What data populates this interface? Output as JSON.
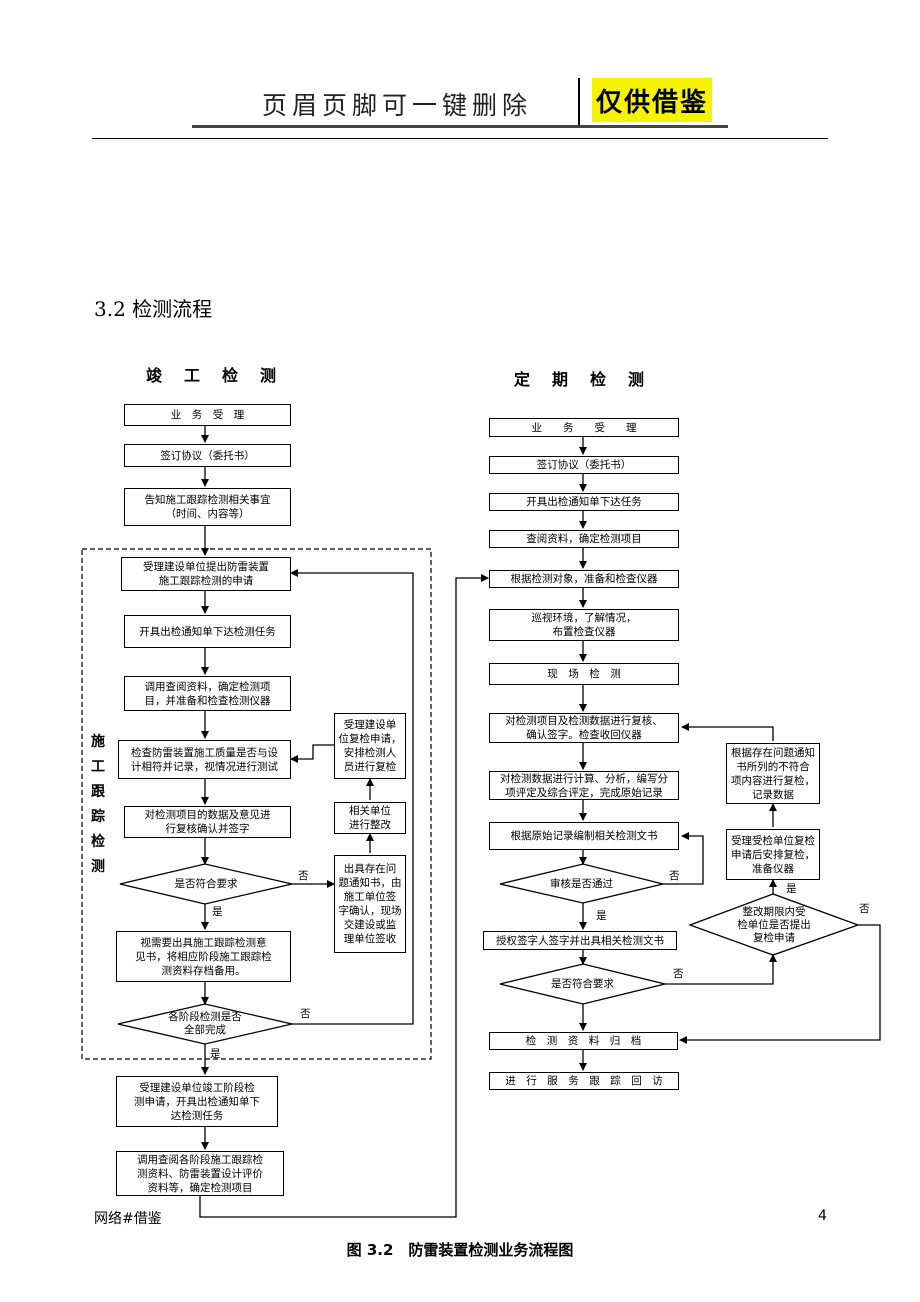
{
  "header": {
    "text": "页眉页脚可一键删除",
    "badge": "仅供借鉴"
  },
  "section_title": "3.2 检测流程",
  "left": {
    "title": "竣工检测",
    "side_label": "施工跟踪检测",
    "boxes": [
      "业　务　受　理",
      "签订协议（委托书）",
      "告知施工跟踪检测相关事宜\n（时间、内容等）",
      "受理建设单位提出防雷装置\n施工跟踪检测的申请",
      "开具出检通知单下达检测任务",
      "调用查阅资料，确定检测项\n目，并准备和检查检测仪器",
      "检查防雷装置施工质量是否与设\n计相符并记录，视情况进行测试",
      "对检测项目的数据及意见进\n行复核确认并签字",
      "视需要出具施工跟踪检测意\n见书，将相应阶段施工跟踪检\n测资料存档备用。",
      "受理建设单位竣工阶段检\n测申请，开具出检通知单下\n达检测任务",
      "调用查阅各阶段施工跟踪检\n测资料、防雷装置设计评价\n资料等，确定检测项目",
      "受理建设单\n位复检申请，\n安排检测人\n员进行复检",
      "相关单位\n进行整改",
      "出具存在问\n题通知书，由\n施工单位签\n字确认，现场\n交建设或监\n理单位签收"
    ],
    "decisions": [
      "是否符合要求",
      "各阶段检测是否\n全部完成"
    ],
    "labels": {
      "yes1": "是",
      "no1": "否",
      "yes2": "是",
      "no2": "否"
    }
  },
  "right": {
    "title": "定期检测",
    "boxes": [
      "业　　务　　受　　理",
      "签订协议（委托书）",
      "开具出检通知单下达任务",
      "查阅资料，确定检测项目",
      "根据检测对象，准备和检查仪器",
      "巡视环境，了解情况，\n布置检查仪器",
      "现　场　检　测",
      "对检测项目及检测数据进行复核、\n确认签字。检查收回仪器",
      "对检测数据进行计算、分析，编写分\n项评定及综合评定，完成原始记录",
      "根据原始记录编制相关检测文书",
      "授权签字人签字并出具相关检测文书",
      "检　测　资　料　归　档",
      "进　行　服　务　跟　踪　回　访",
      "根据存在问题通知\n书所列的不符合\n项内容进行复检，\n记录数据",
      "受理受检单位复检\n申请后安排复检，\n准备仪器"
    ],
    "decisions": [
      "审核是否通过",
      "是否符合要求",
      "整改期限内受\n检单位是否提出\n复检申请"
    ],
    "labels": {
      "no_review": "否",
      "yes_review": "是",
      "no_meet": "否",
      "yes_rect": "是",
      "no_rect": "否"
    }
  },
  "footer": {
    "left": "网络#借鉴",
    "page": "4"
  },
  "caption": "图 3.2　防雷装置检测业务流程图"
}
